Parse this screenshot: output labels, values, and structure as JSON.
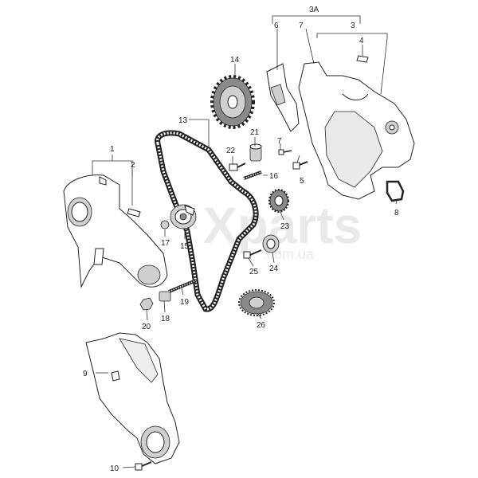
{
  "watermark": {
    "main": "Xparts",
    "sub": ".com.ua"
  },
  "labels": {
    "l1": "1",
    "l2": "2",
    "l3": "3",
    "l3a": "3A",
    "l4": "4",
    "l5": "5",
    "l6": "6",
    "l7": "7",
    "l8": "8",
    "l9": "9",
    "l10": "10",
    "l13": "13",
    "l14": "14",
    "l15": "15",
    "l16": "16",
    "l17": "17",
    "l18": "18",
    "l19": "19",
    "l20": "20",
    "l21": "21",
    "l22": "22",
    "l23": "23",
    "l24": "24",
    "l25": "25",
    "l26": "26"
  }
}
